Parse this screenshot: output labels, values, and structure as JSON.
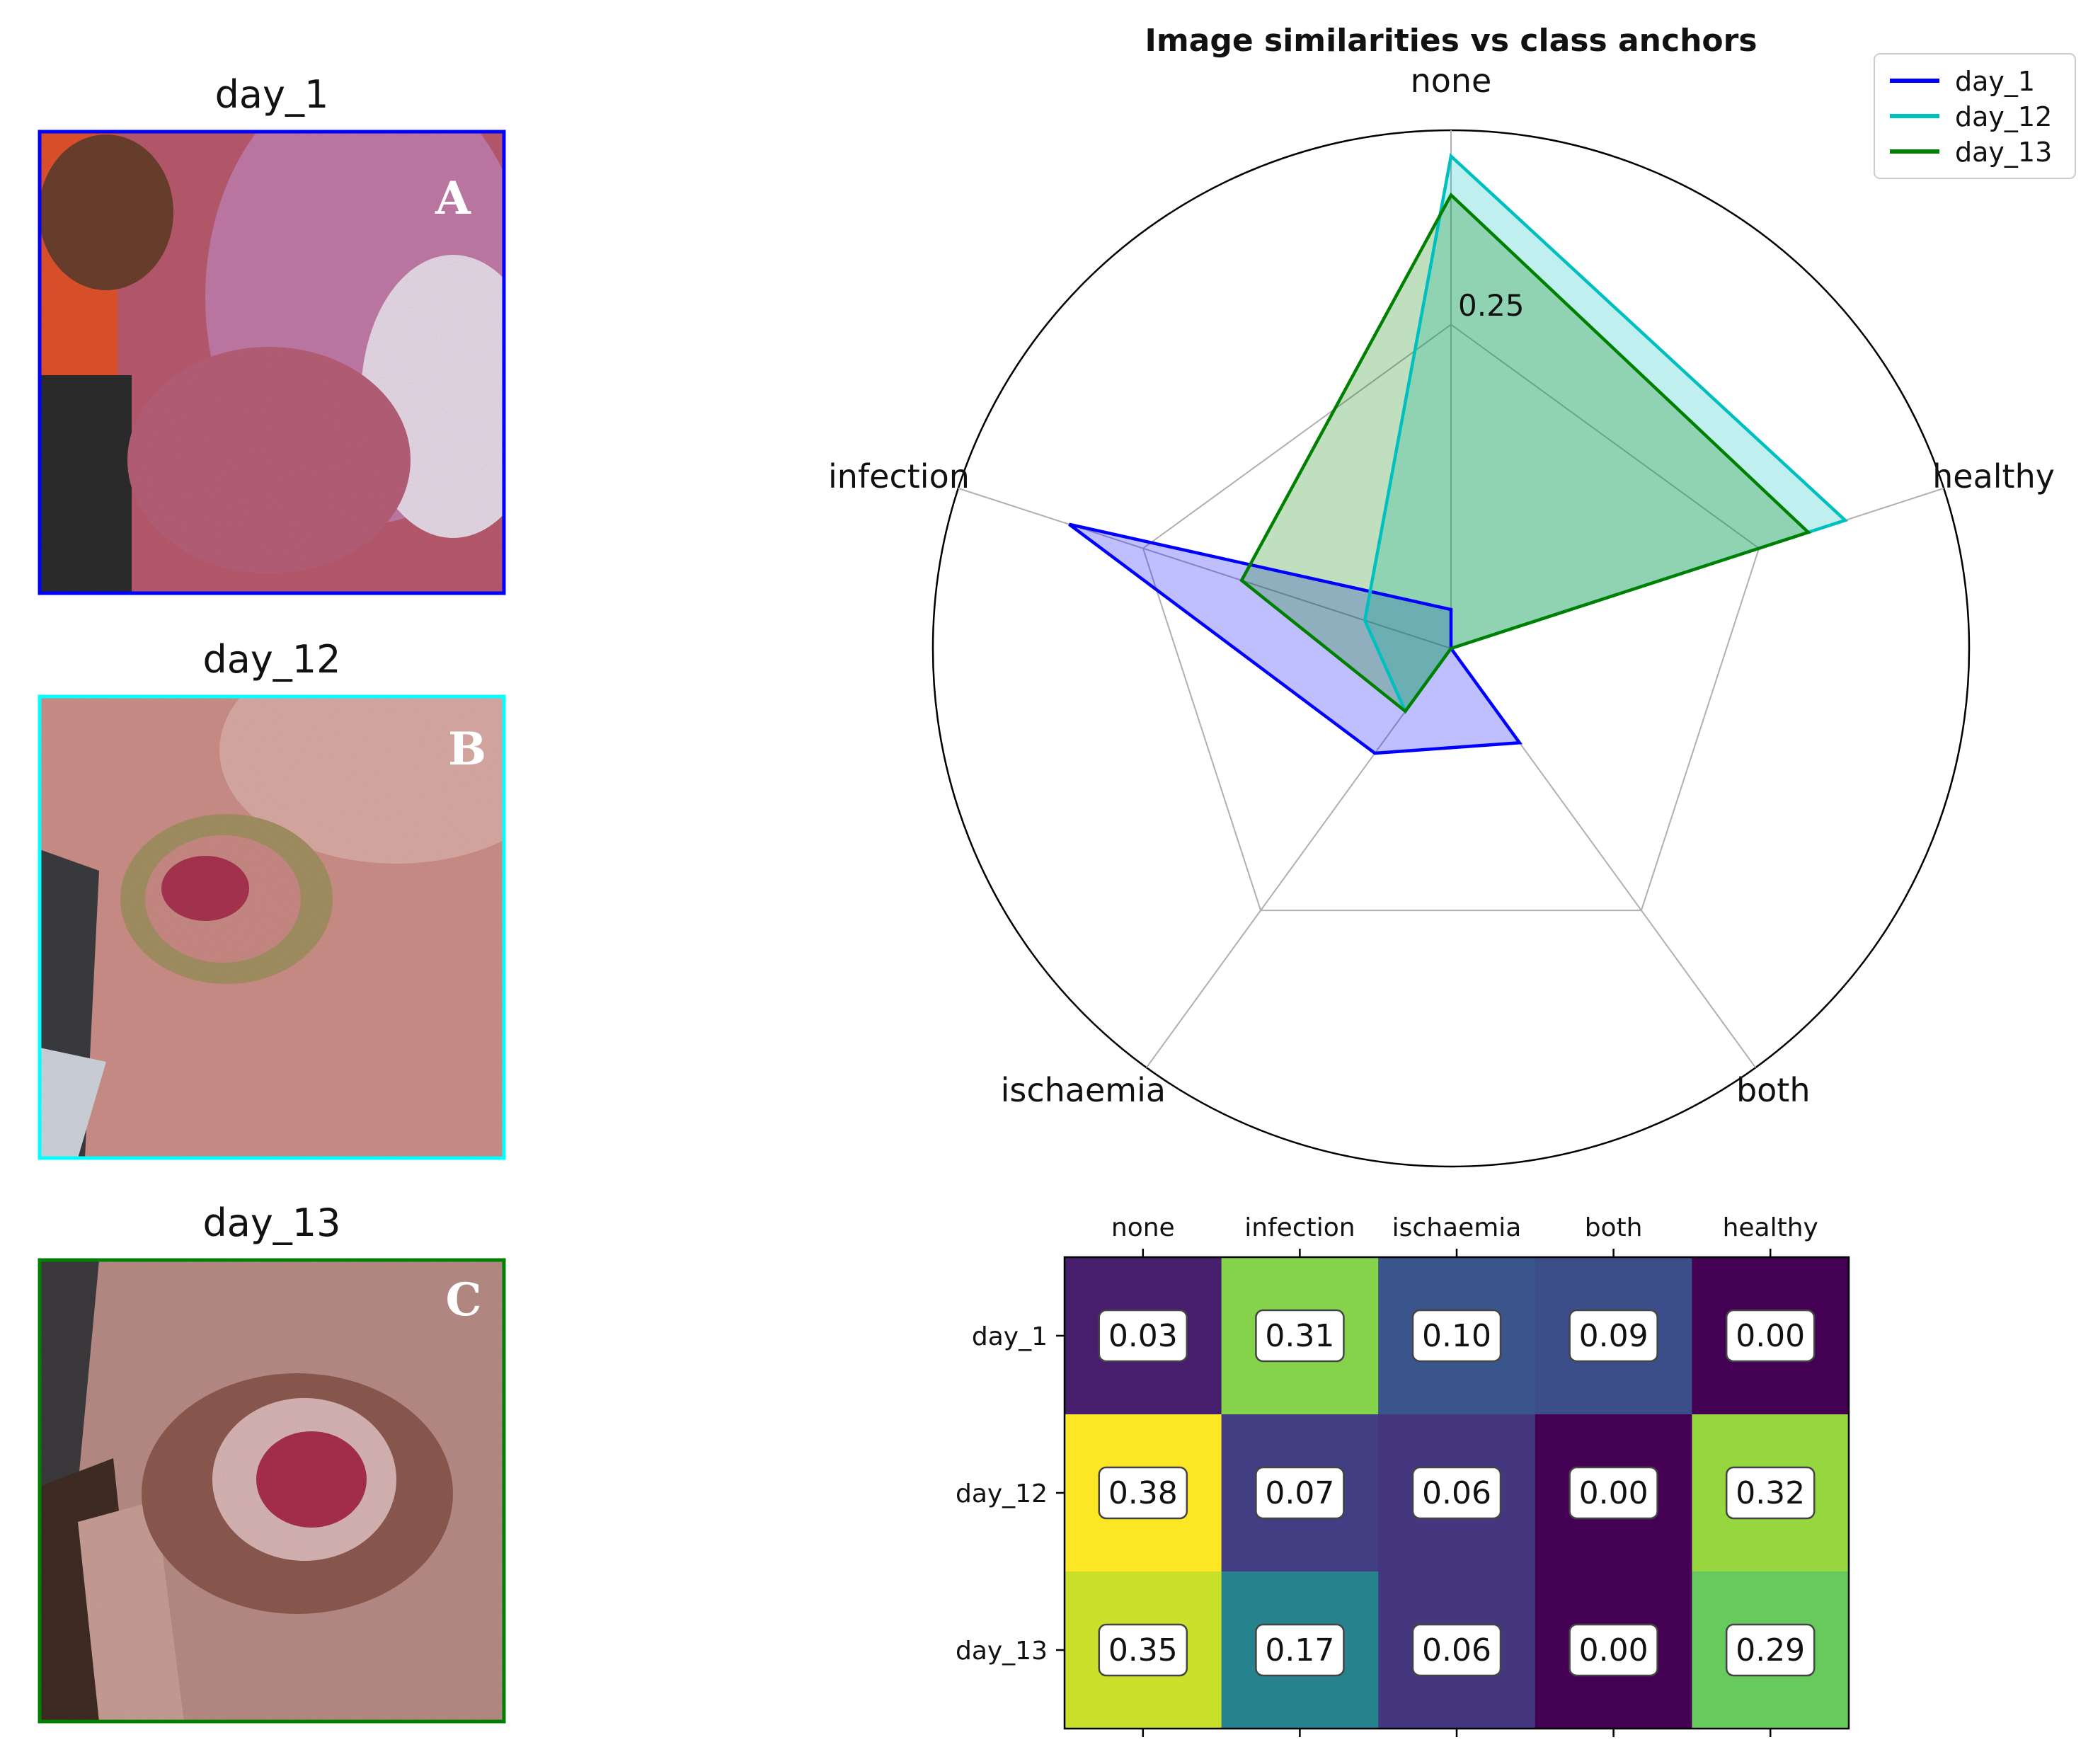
{
  "panels": [
    {
      "title": "day_1",
      "letter": "A",
      "border_color": "#0000ff"
    },
    {
      "title": "day_12",
      "letter": "B",
      "border_color": "#00ffff"
    },
    {
      "title": "day_13",
      "letter": "C",
      "border_color": "#008000"
    }
  ],
  "chart_data": [
    {
      "type": "radar",
      "title": "Image similarities vs class anchors",
      "categories": [
        "none",
        "healthy",
        "both",
        "ischaemia",
        "infection"
      ],
      "r_tick_labels": [
        "0.25"
      ],
      "r_tick_values": [
        0.25
      ],
      "rmax": 0.4,
      "grid": true,
      "legend_position": "top-right",
      "series": [
        {
          "name": "day_1",
          "color": "#0000ff",
          "values": [
            0.03,
            0.0,
            0.09,
            0.1,
            0.31
          ]
        },
        {
          "name": "day_12",
          "color": "#00bfbf",
          "values": [
            0.38,
            0.32,
            0.0,
            0.06,
            0.07
          ]
        },
        {
          "name": "day_13",
          "color": "#008000",
          "values": [
            0.35,
            0.29,
            0.0,
            0.06,
            0.17
          ]
        }
      ]
    },
    {
      "type": "heatmap",
      "columns": [
        "none",
        "infection",
        "ischaemia",
        "both",
        "healthy"
      ],
      "rows": [
        "day_1",
        "day_12",
        "day_13"
      ],
      "values": [
        [
          0.03,
          0.31,
          0.1,
          0.09,
          0.0
        ],
        [
          0.38,
          0.07,
          0.06,
          0.0,
          0.32
        ],
        [
          0.35,
          0.17,
          0.06,
          0.0,
          0.29
        ]
      ],
      "value_labels": [
        [
          "0.03",
          "0.31",
          "0.10",
          "0.09",
          "0.00"
        ],
        [
          "0.38",
          "0.07",
          "0.06",
          "0.00",
          "0.32"
        ],
        [
          "0.35",
          "0.17",
          "0.06",
          "0.00",
          "0.29"
        ]
      ],
      "colormap": "viridis",
      "vmin": 0.0,
      "vmax": 0.38
    }
  ]
}
